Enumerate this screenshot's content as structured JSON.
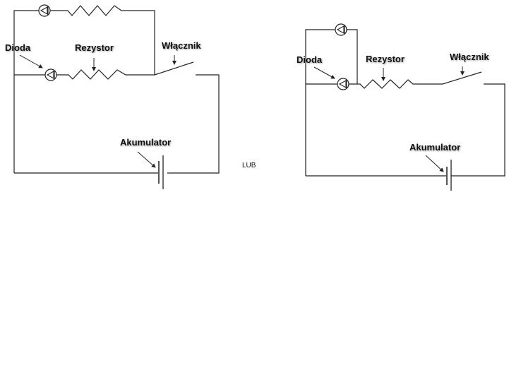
{
  "diagrams": [
    {
      "labels": {
        "diode": "Dioda",
        "resistor": "Rezystor",
        "switch": "Włącznik",
        "battery": "Akumulator"
      }
    },
    {
      "labels": {
        "diode": "Dioda",
        "resistor": "Rezystor",
        "switch": "Włącznik",
        "battery": "Akumulator"
      }
    }
  ],
  "separator": "LUB"
}
